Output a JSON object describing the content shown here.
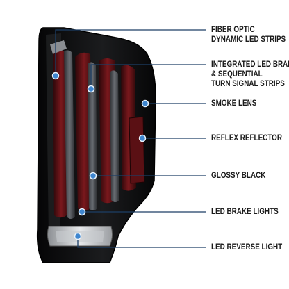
{
  "colors": {
    "housing": "#0d0d0e",
    "lens_red": "#6b1418",
    "lens_red_dark": "#3a0a0c",
    "led_bar": "#4a4d52",
    "callout_line": "#1c3f66",
    "callout_dot": "#3f86cf",
    "label_text": "#1a1a1a"
  },
  "callouts": [
    {
      "id": "fiber-optic",
      "lines": [
        "FIBER OPTIC",
        "DYNAMIC LED STRIPS"
      ]
    },
    {
      "id": "integrated-led",
      "lines": [
        "INTEGRATED LED BRAKE",
        "& SEQUENTIAL",
        "TURN SIGNAL STRIPS"
      ]
    },
    {
      "id": "smoke-lens",
      "lines": [
        "SMOKE LENS"
      ]
    },
    {
      "id": "reflex-reflector",
      "lines": [
        "REFLEX REFLECTOR"
      ]
    },
    {
      "id": "glossy-black",
      "lines": [
        "GLOSSY BLACK"
      ]
    },
    {
      "id": "led-brake-lights",
      "lines": [
        "LED BRAKE LIGHTS"
      ]
    },
    {
      "id": "led-reverse-light",
      "lines": [
        "LED REVERSE LIGHT"
      ]
    }
  ]
}
